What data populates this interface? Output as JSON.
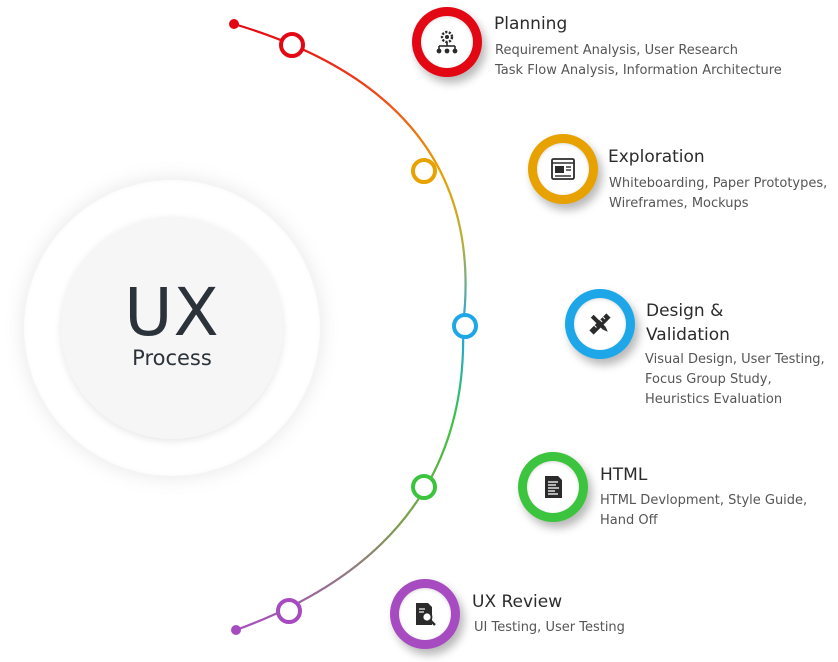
{
  "hub": {
    "title": "UX",
    "subtitle": "Process"
  },
  "colors": {
    "planning": "#e30613",
    "exploration": "#e8a200",
    "design": "#1ea7e8",
    "html": "#3cc43f",
    "review": "#a74cc0"
  },
  "stages": [
    {
      "id": "planning",
      "title_lines": [
        "Planning"
      ],
      "desc_lines": [
        "Requirement Analysis, User Research",
        "Task Flow Analysis, Information Architecture"
      ],
      "icon": "org-gear-icon"
    },
    {
      "id": "exploration",
      "title_lines": [
        "Exploration"
      ],
      "desc_lines": [
        "Whiteboarding, Paper Prototypes,",
        "Wireframes, Mockups"
      ],
      "icon": "wireframe-icon"
    },
    {
      "id": "design",
      "title_lines": [
        "Design &",
        "Validation"
      ],
      "desc_lines": [
        "Visual Design, User Testing,",
        "Focus Group Study,",
        "Heuristics Evaluation"
      ],
      "icon": "pen-ruler-icon"
    },
    {
      "id": "html",
      "title_lines": [
        "HTML"
      ],
      "desc_lines": [
        "HTML Devlopment, Style Guide,",
        "Hand Off"
      ],
      "icon": "code-document-icon"
    },
    {
      "id": "review",
      "title_lines": [
        "UX Review"
      ],
      "desc_lines": [
        "UI Testing, User Testing"
      ],
      "icon": "document-search-icon"
    }
  ]
}
